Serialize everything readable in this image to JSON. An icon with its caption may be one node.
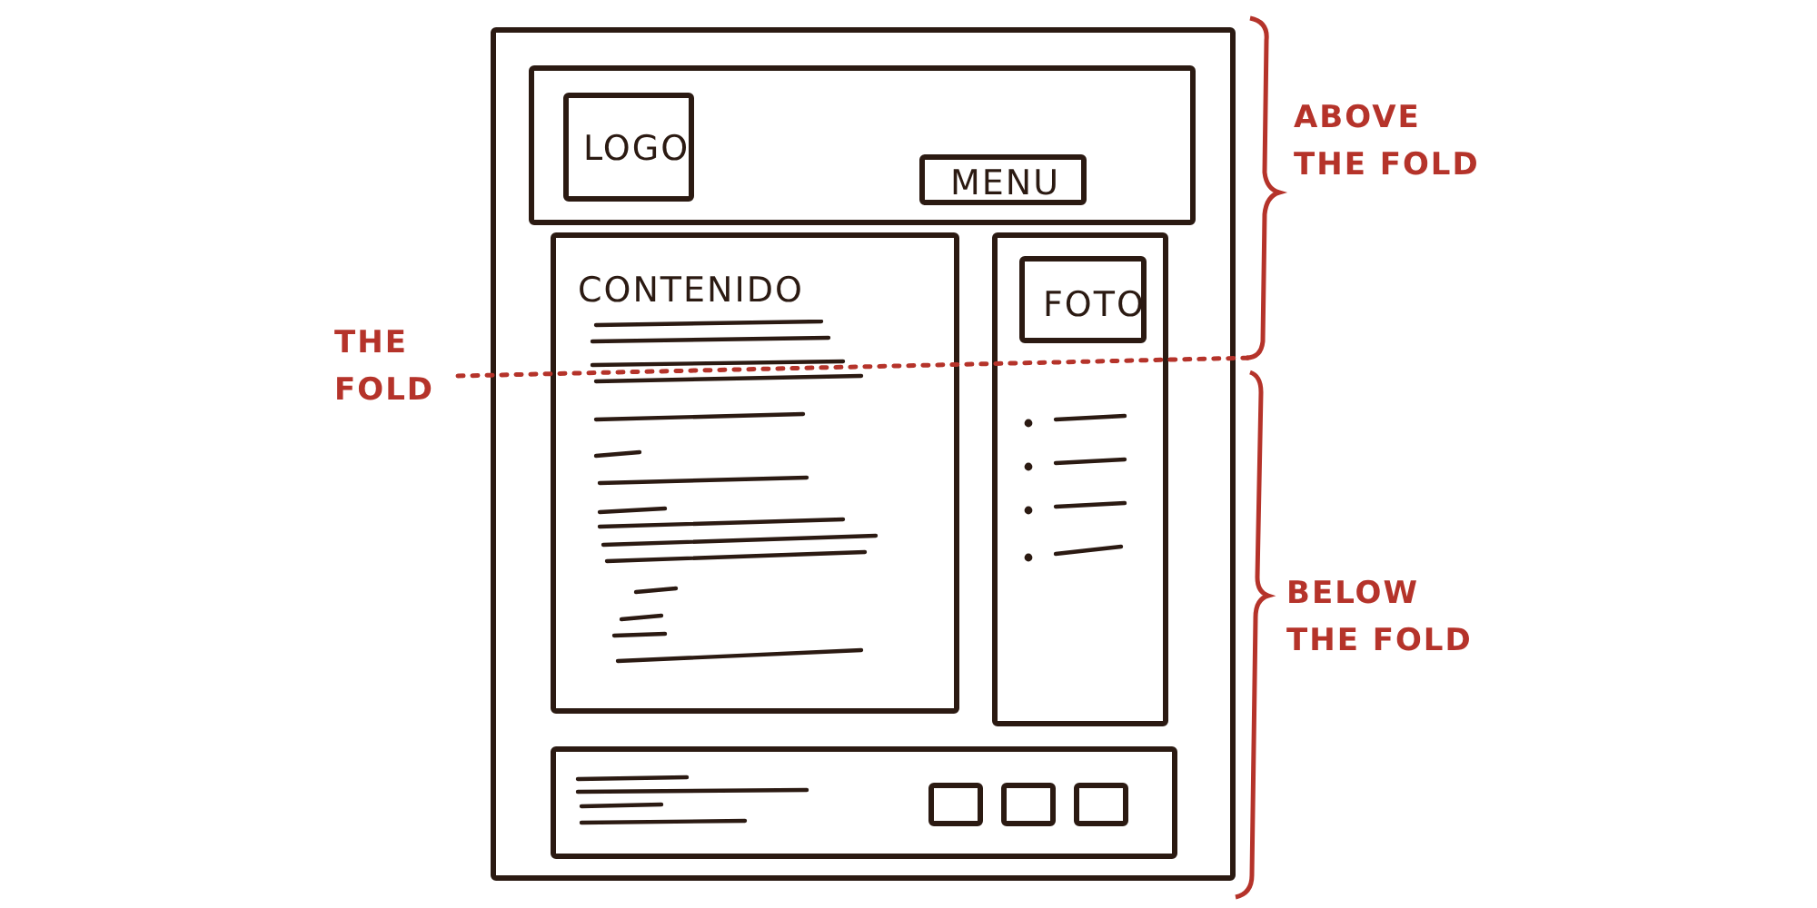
{
  "diagram": {
    "nodes": [
      {
        "text": [],
        "shape": "box"
      },
      {
        "text": [],
        "shape": "box",
        "in": 0
      },
      {
        "text": [
          "LOGO"
        ],
        "in": 1
      },
      {
        "text": [
          "MENU"
        ],
        "in": 1
      },
      {
        "text": [
          "CONTENIDO"
        ],
        "in": 0
      },
      {
        "text": [],
        "shape": "box",
        "in": 0
      },
      {
        "text": [
          "FOTO"
        ],
        "in": 5
      },
      {
        "text": [],
        "shape": "box",
        "in": 0
      },
      {
        "text": [],
        "shape": "box",
        "in": 7
      },
      {
        "text": [],
        "shape": "box",
        "in": 7
      },
      {
        "text": [],
        "shape": "box",
        "in": 7
      }
    ],
    "edges": [],
    "labels": [
      "ABOVE THE FOLD",
      "THE FOLD",
      "BELOW THE FOLD"
    ]
  }
}
